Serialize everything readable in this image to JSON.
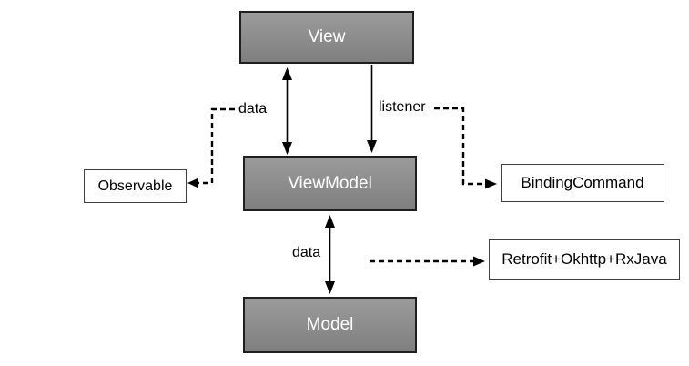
{
  "nodes": {
    "view": {
      "label": "View"
    },
    "viewmodel": {
      "label": "ViewModel"
    },
    "model": {
      "label": "Model"
    },
    "observable": {
      "label": "Observable"
    },
    "binding_command": {
      "label": "BindingCommand"
    },
    "retrofit": {
      "label": "Retrofit+Okhttp+RxJava"
    }
  },
  "edge_labels": {
    "data_top": "data",
    "listener": "listener",
    "data_bottom": "data"
  },
  "colors": {
    "background": "#ffffff",
    "gray_node_fill_top": "#9b9b9b",
    "gray_node_fill_bottom": "#7f7f7f",
    "gray_node_border": "#1f1f1f",
    "gray_node_text": "#ffffff",
    "plain_node_fill": "#ffffff",
    "plain_node_border": "#3f3f3f",
    "plain_node_text": "#000000",
    "connector": "#000000"
  }
}
